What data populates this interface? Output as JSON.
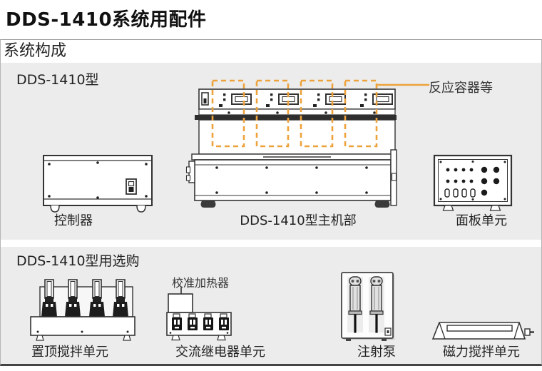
{
  "page": {
    "title": "DDS-1410系统用配件",
    "section_header": "系统构成"
  },
  "colors": {
    "accent_orange": "#EDA23C",
    "panel_bg": "#ECECEC",
    "line_art": "#333333",
    "bottom_border": "#454545"
  },
  "main_section": {
    "label": "DDS-1410型",
    "callout": "反应容器等",
    "components": {
      "controller": "控制器",
      "main_unit": "DDS-1410型主机部",
      "panel_unit": "面板单元"
    }
  },
  "options_section": {
    "label": "DDS-1410型用选购",
    "heater_callout": "校准加热器",
    "components": {
      "overhead_stirrer": "置顶搅拌单元",
      "ac_relay": "交流继电器单元",
      "syringe_pump": "注射泵",
      "magnetic_stirrer": "磁力搅拌单元"
    }
  }
}
